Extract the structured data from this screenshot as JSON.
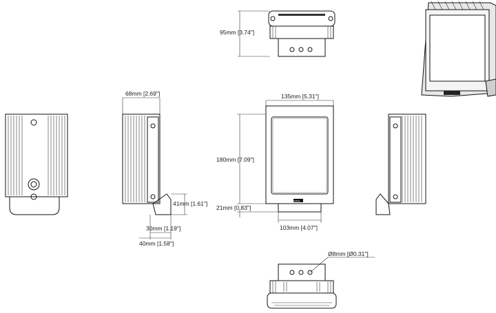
{
  "dimensions": {
    "top_height": "95mm [3.74\"]",
    "side_depth": "68mm [2.69\"]",
    "front_width": "135mm [5.31\"]",
    "front_height": "180mm [7.09\"]",
    "bracket_height": "41mm [1.61\"]",
    "bracket_offset": "21mm [0.83\"]",
    "bracket_width": "103mm [4.07\"]",
    "bracket_depth_small": "30mm [1.19\"]",
    "bracket_depth_large": "40mm [1.58\"]",
    "hole_diameter": "Ø8mm [Ø0.31\"]"
  },
  "logo_text": "AXIS",
  "colors": {
    "line": "#111111",
    "fin": "#444444",
    "window": "#ffffff",
    "perspective_fill": "#d8d8d8"
  }
}
